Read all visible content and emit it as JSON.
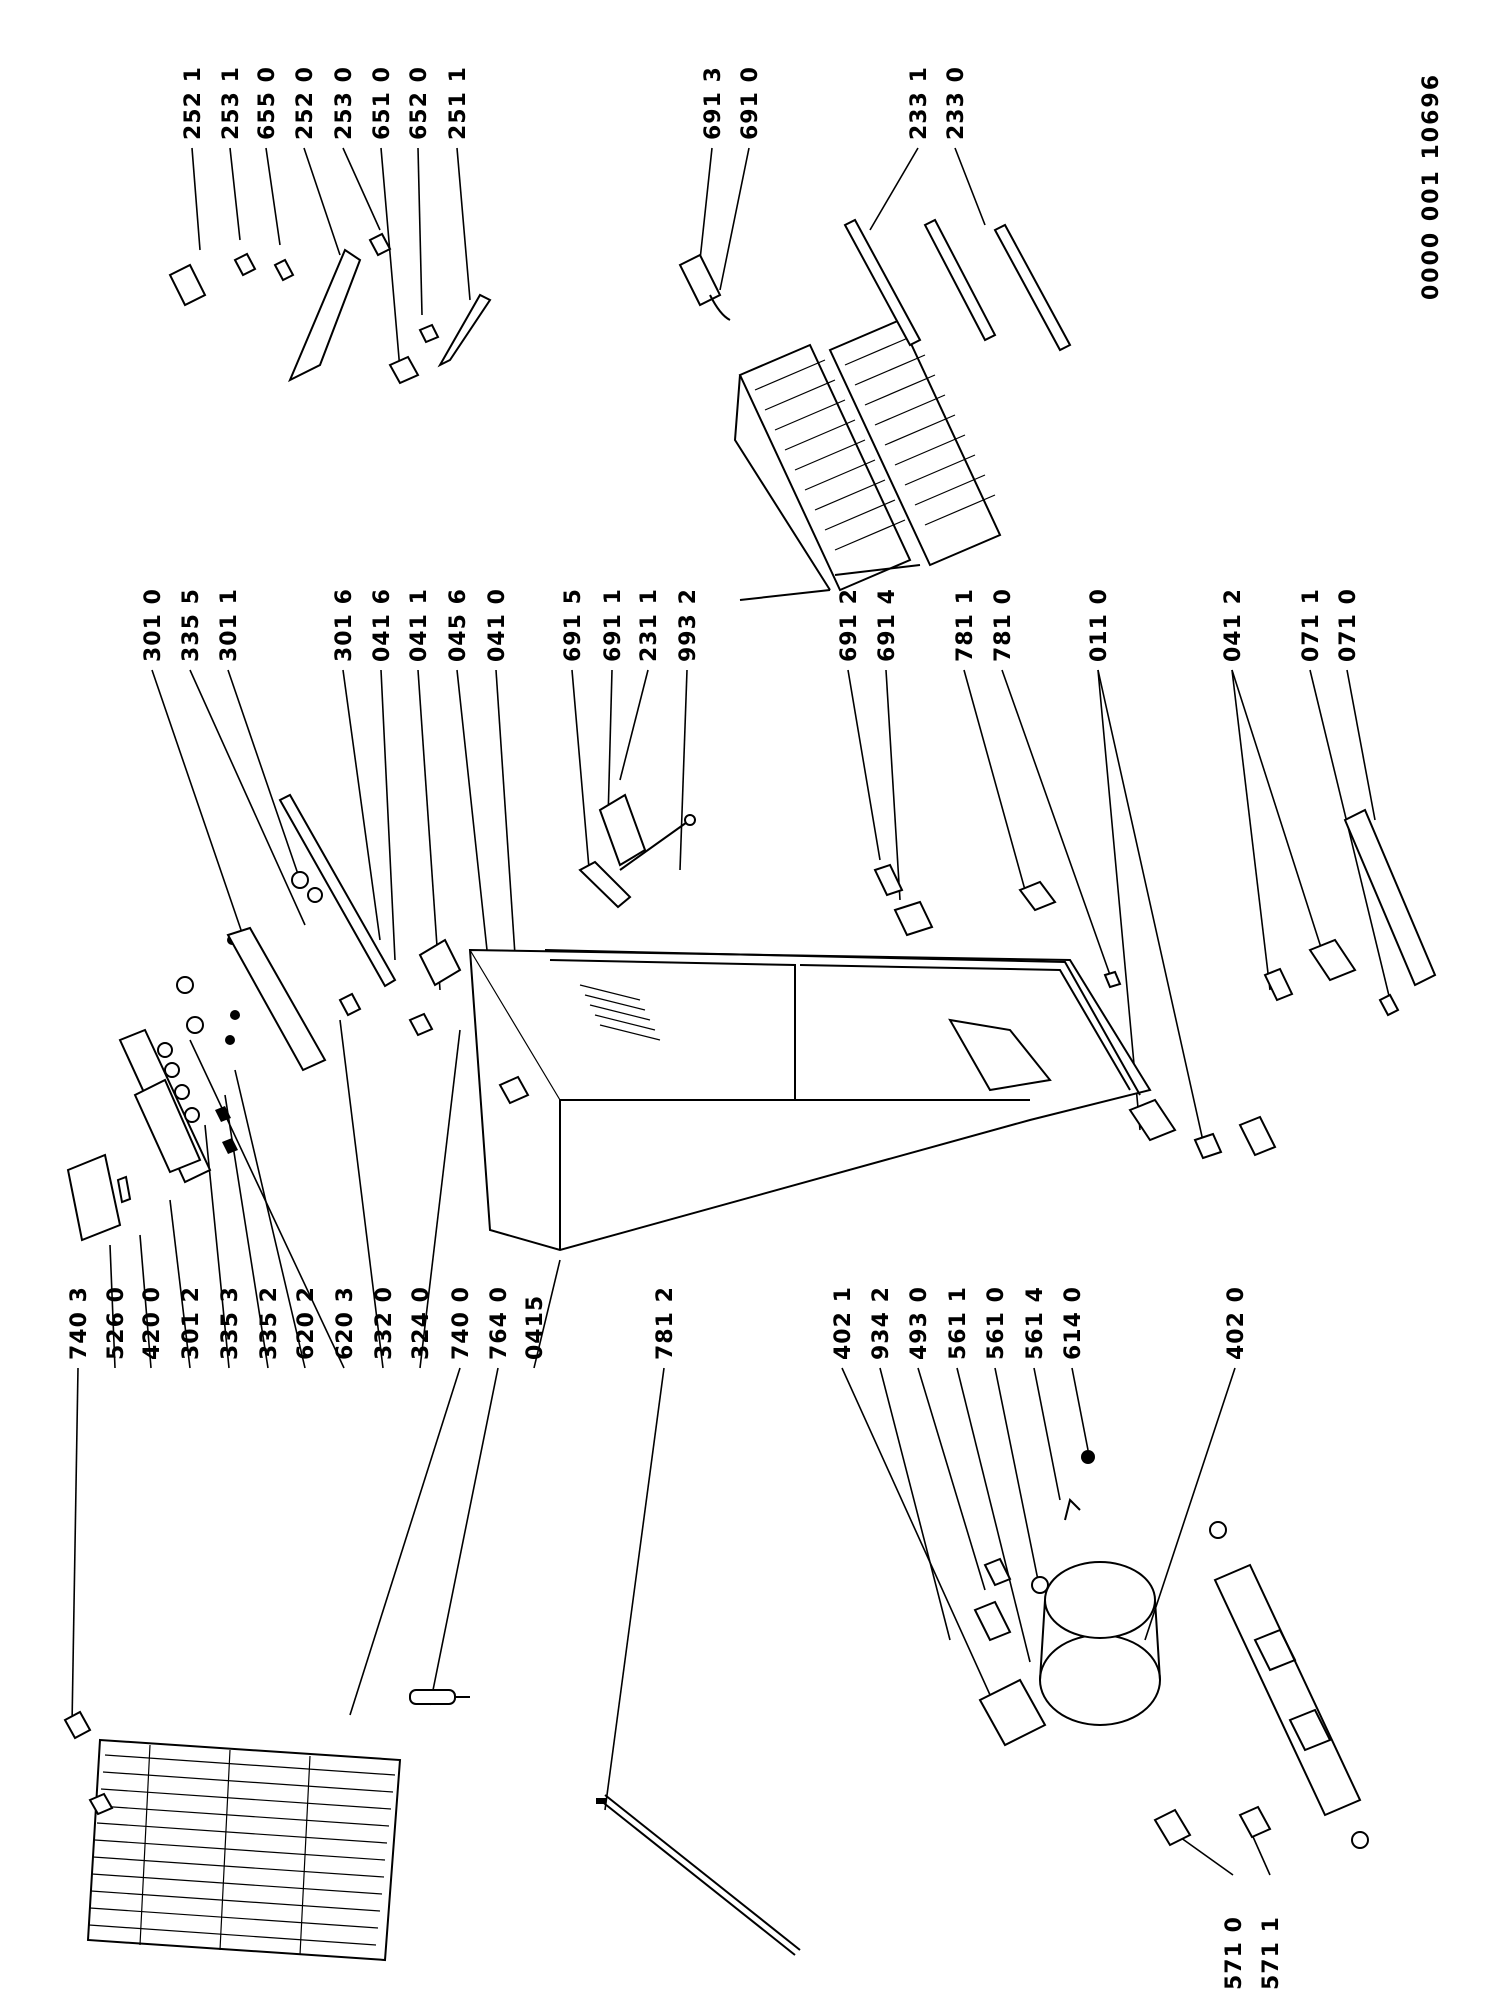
{
  "document_number": "0000  001 10696",
  "labels": {
    "left_column": [
      "740 3",
      "526 0",
      "420 0",
      "301 2",
      "335 3",
      "335 2",
      "620 2",
      "620 3",
      "332 0",
      "324 0",
      "740 0",
      "764 0",
      "0415",
      "781 2"
    ],
    "compressor_group": [
      "402 1",
      "934 2",
      "493 0",
      "561 1",
      "561 0",
      "561 4",
      "614 0",
      "402 0"
    ],
    "bottom_left": [
      "571 0",
      "571 1"
    ],
    "cabinet_upper": [
      "301 0",
      "335 5",
      "301 1",
      "301 6",
      "041 6",
      "041 1",
      "045 6",
      "041 0",
      "691 5",
      "691 1",
      "231 1",
      "993 2"
    ],
    "cabinet_lower": [
      "691 2",
      "691 4",
      "781 1",
      "781 0",
      "011 0",
      "041 2",
      "071 1",
      "071 0"
    ],
    "top_right": [
      "252 1",
      "253 1",
      "655 0",
      "252 0",
      "253 0",
      "651 0",
      "652 0",
      "251 1"
    ],
    "right_middle": [
      "691 3",
      "691 0",
      "233 1",
      "233 0"
    ]
  }
}
